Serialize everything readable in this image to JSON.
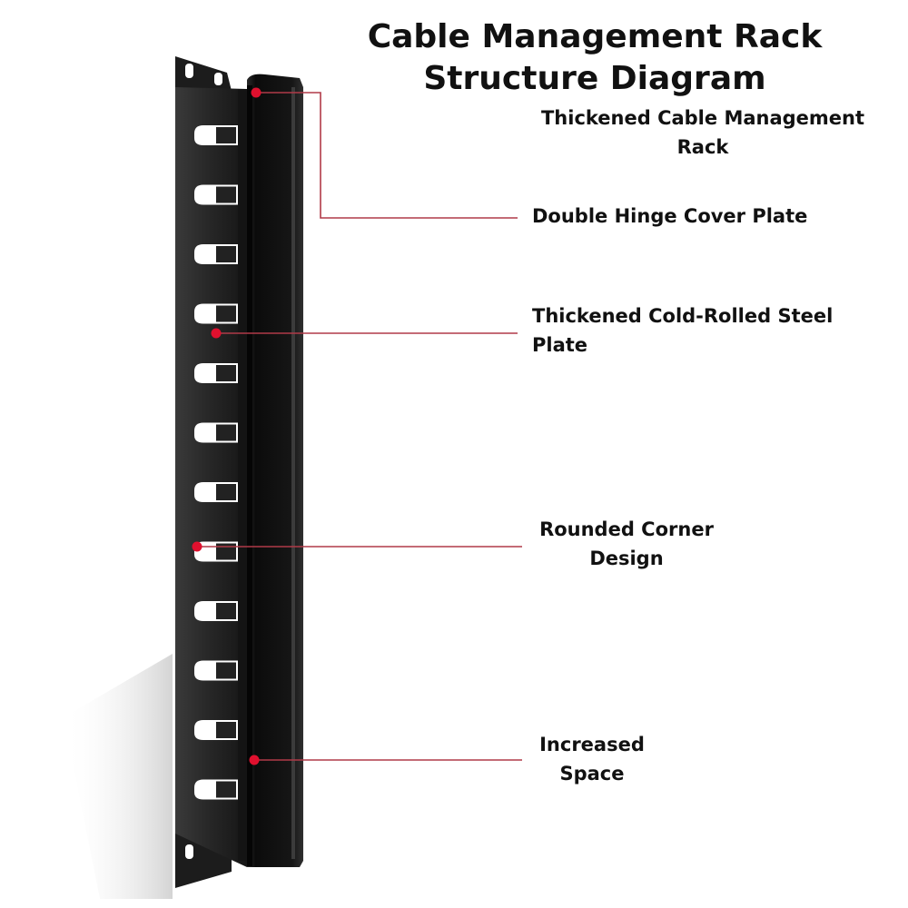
{
  "title_line1": "Cable Management Rack",
  "title_line2": "Structure Diagram",
  "colors": {
    "callout_line": "#b03a48",
    "callout_dot": "#e0102e",
    "rack_body": "#1e1e1e",
    "rack_dark": "#0d0d0d",
    "text": "#111111",
    "background": "#ffffff"
  },
  "labels": [
    {
      "id": "thickened-rack",
      "lines": [
        "Thickened Cable Management",
        "Rack"
      ]
    },
    {
      "id": "double-hinge",
      "lines": [
        "Double Hinge Cover Plate"
      ]
    },
    {
      "id": "cold-rolled",
      "lines": [
        "Thickened Cold-Rolled Steel",
        "Plate"
      ]
    },
    {
      "id": "rounded-corner",
      "lines": [
        "Rounded Corner",
        "Design"
      ]
    },
    {
      "id": "increased-space",
      "lines": [
        "Increased",
        "Space"
      ]
    }
  ]
}
